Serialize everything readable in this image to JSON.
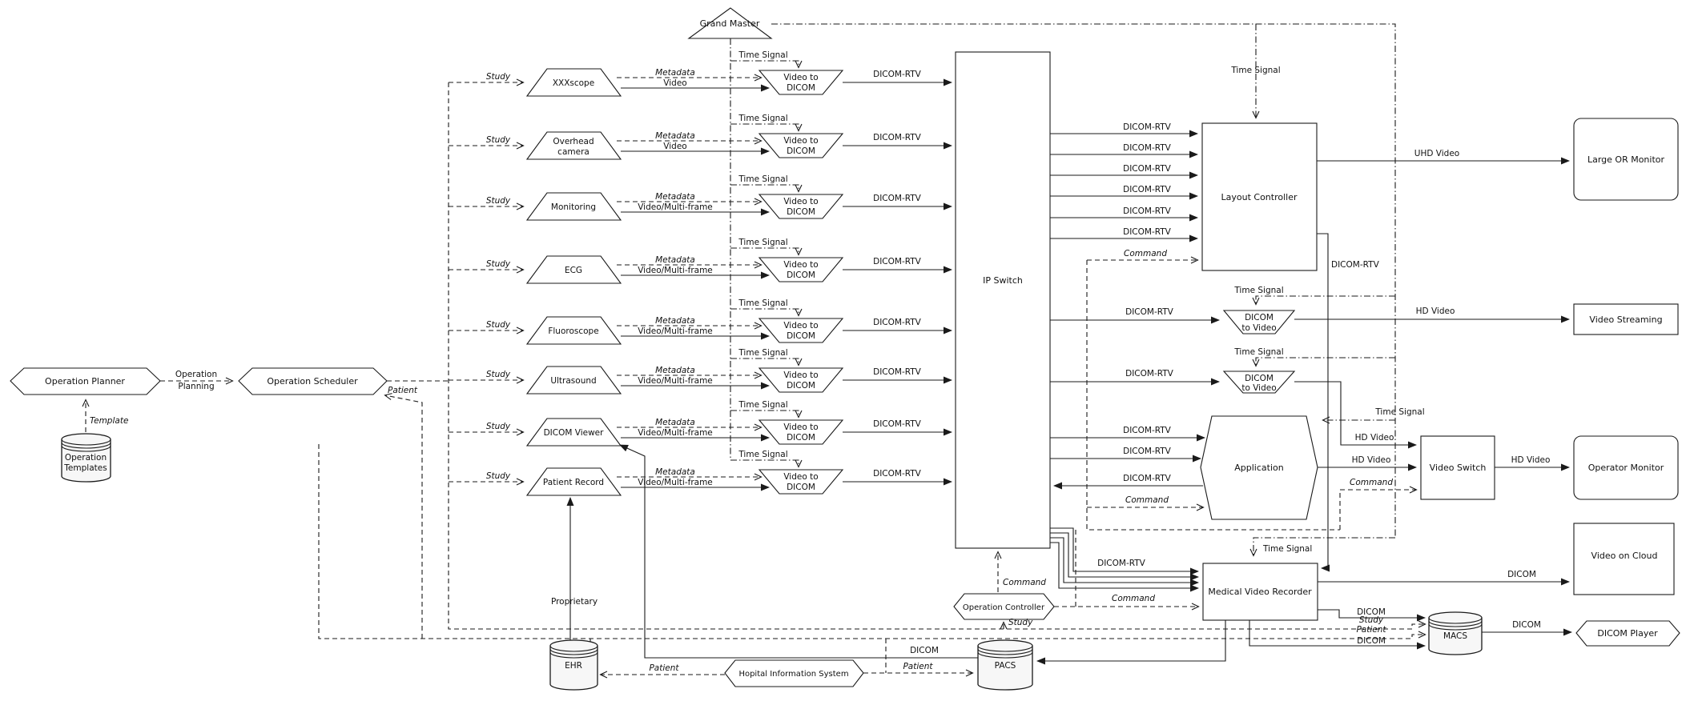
{
  "nodes": {
    "grand_master": "Grand Master",
    "operation_planner": "Operation Planner",
    "operation_scheduler": "Operation Scheduler",
    "operation_templates_1": "Operation",
    "operation_templates_2": "Templates",
    "ip_switch": "IP Switch",
    "layout_controller": "Layout Controller",
    "video_to_dicom_1": "Video to",
    "video_to_dicom_2": "DICOM",
    "dicom_to_video_1": "DICOM",
    "dicom_to_video_2": "to Video",
    "application": "Application",
    "video_switch": "Video Switch",
    "medical_video_recorder": "Medical Video Recorder",
    "operation_controller": "Operation Controller",
    "large_or_monitor": "Large OR Monitor",
    "video_streaming": "Video Streaming",
    "operator_monitor": "Operator Monitor",
    "video_on_cloud": "Video on Cloud",
    "dicom_player": "DICOM Player",
    "macs": "MACS",
    "pacs": "PACS",
    "ehr": "EHR",
    "hospital_information_system": "Hopital Information System"
  },
  "sources": [
    {
      "label": "XXXscope"
    },
    {
      "label": "Overhead",
      "label2": "camera"
    },
    {
      "label": "Monitoring"
    },
    {
      "label": "ECG"
    },
    {
      "label": "Fluoroscope"
    },
    {
      "label": "Ultrasound"
    },
    {
      "label": "DICOM Viewer"
    },
    {
      "label": "Patient Record"
    }
  ],
  "labels": {
    "study": "Study",
    "metadata": "Metadata",
    "video": "Video",
    "video_multiframe": "Video/Multi-frame",
    "dicom_rtv": "DICOM-RTV",
    "time_signal": "Time Signal",
    "dicom": "DICOM",
    "hd_video": "HD Video",
    "uhd_video": "UHD Video",
    "command": "Command",
    "patient": "Patient",
    "template": "Template",
    "proprietary": "Proprietary",
    "operation_planning_1": "Operation",
    "operation_planning_2": "Planning"
  }
}
